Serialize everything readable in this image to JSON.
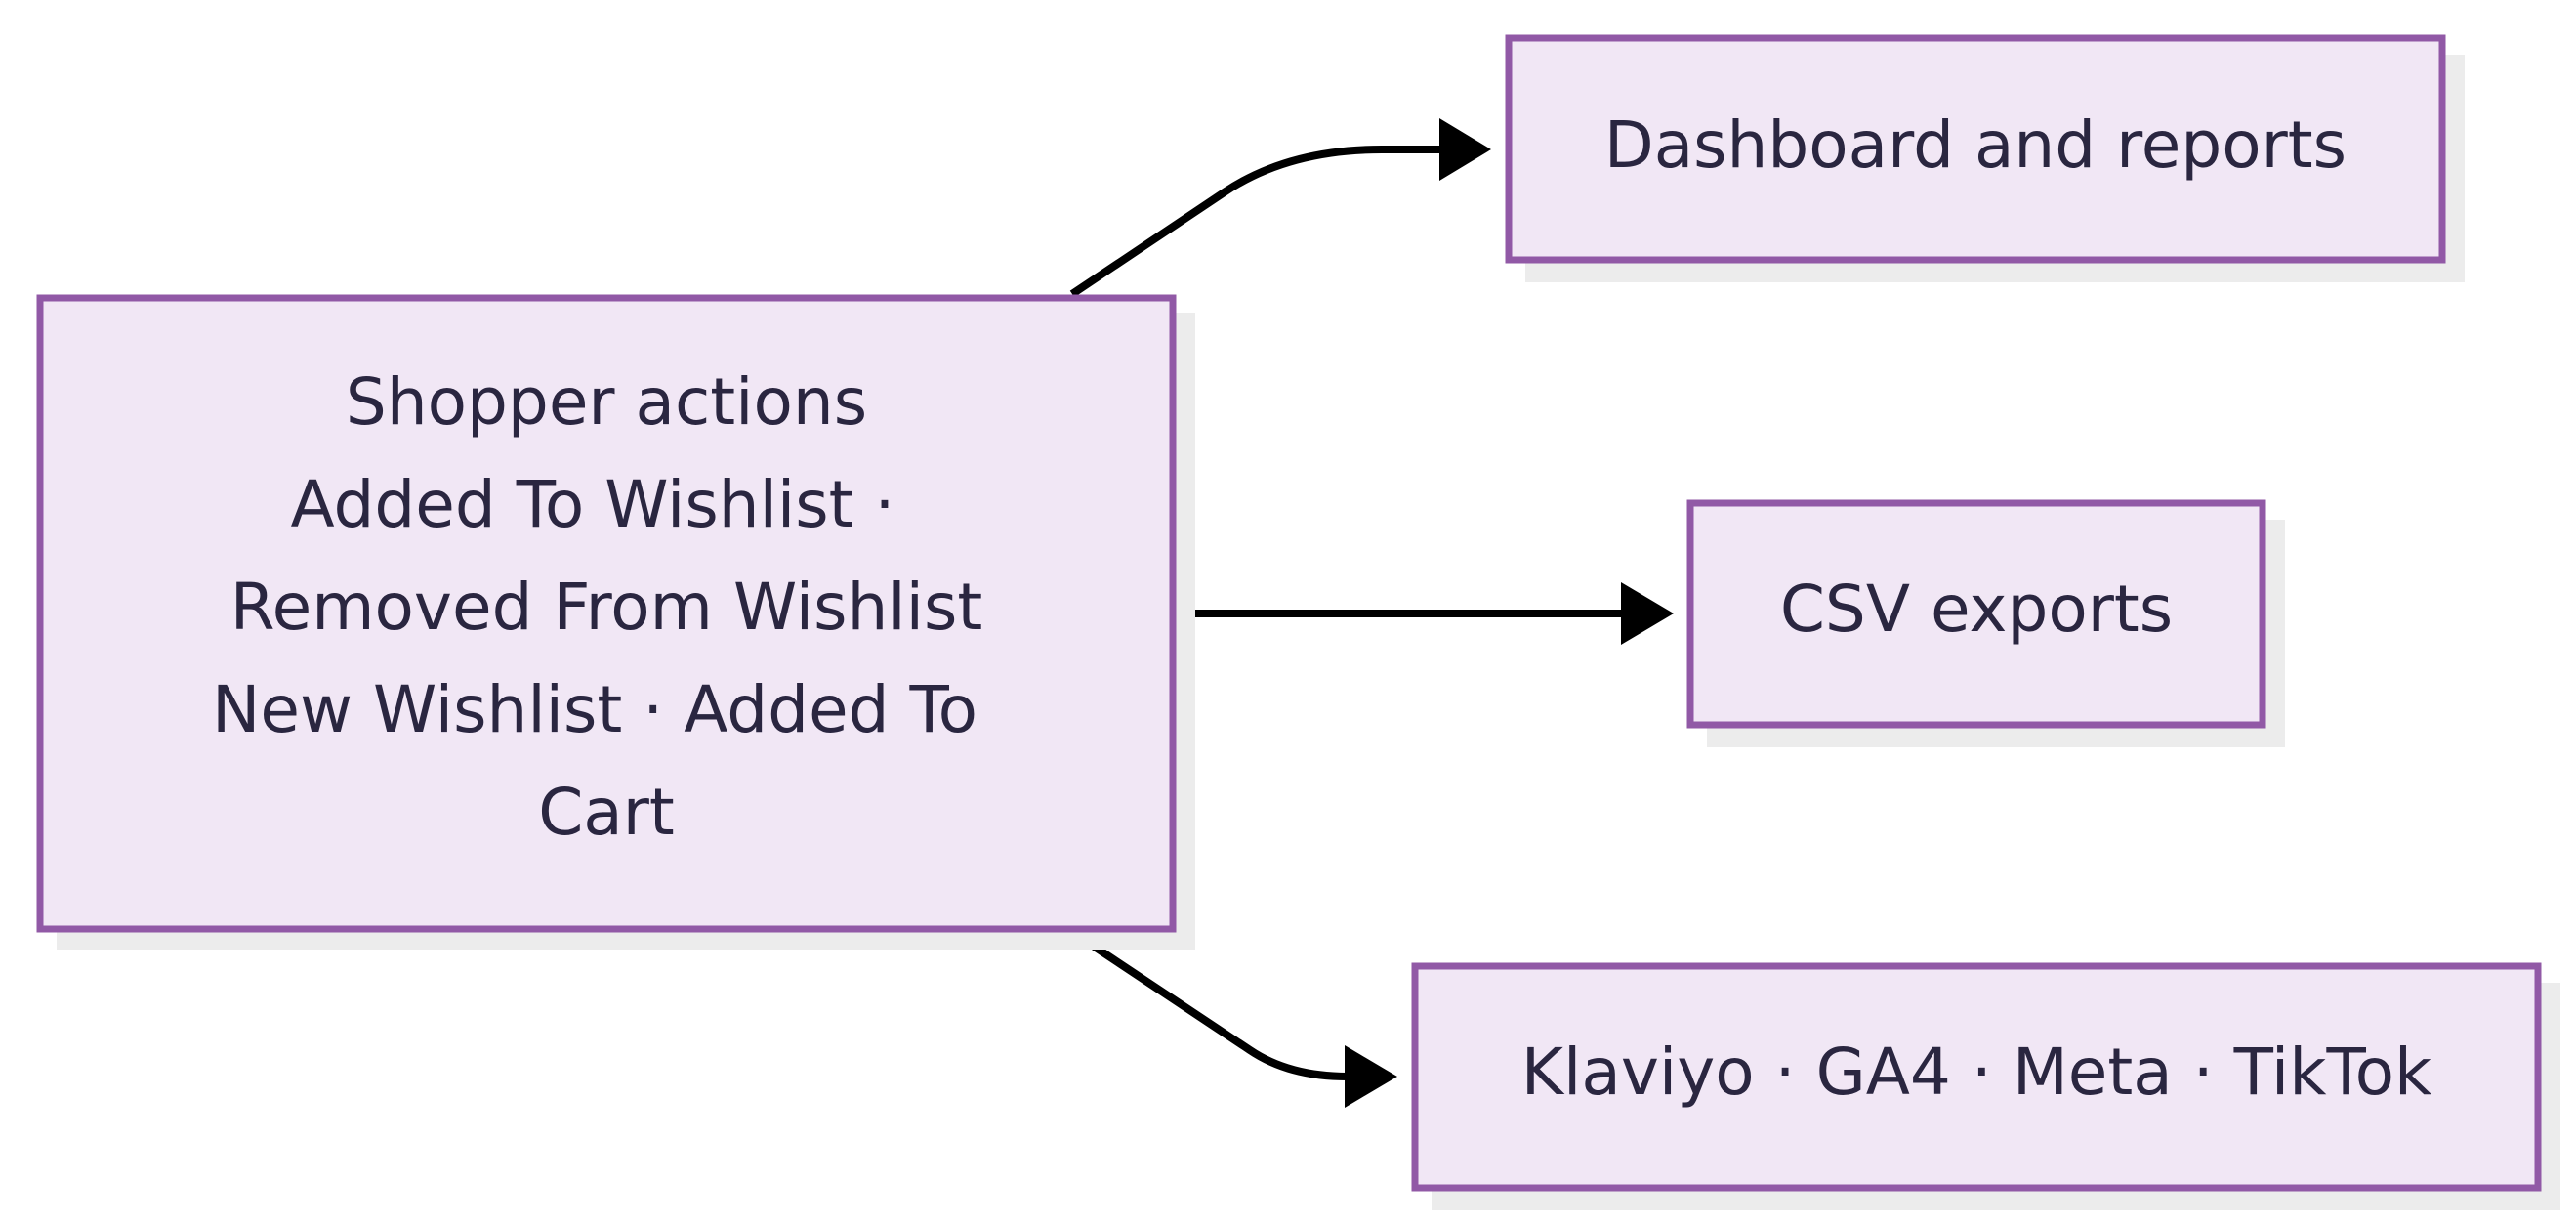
{
  "colors": {
    "node_fill": "#f1e7f5",
    "node_border": "#9159a6",
    "text": "#2a2640",
    "edge": "#000000"
  },
  "nodes": {
    "source": {
      "lines": [
        "Shopper actions",
        "Added To Wishlist ·",
        "Removed From Wishlist",
        "New Wishlist · Added To",
        "Cart"
      ]
    },
    "dashboard": {
      "label": "Dashboard and reports"
    },
    "csv": {
      "label": "CSV exports"
    },
    "integrations": {
      "label": "Klaviyo · GA4 · Meta · TikTok"
    }
  }
}
